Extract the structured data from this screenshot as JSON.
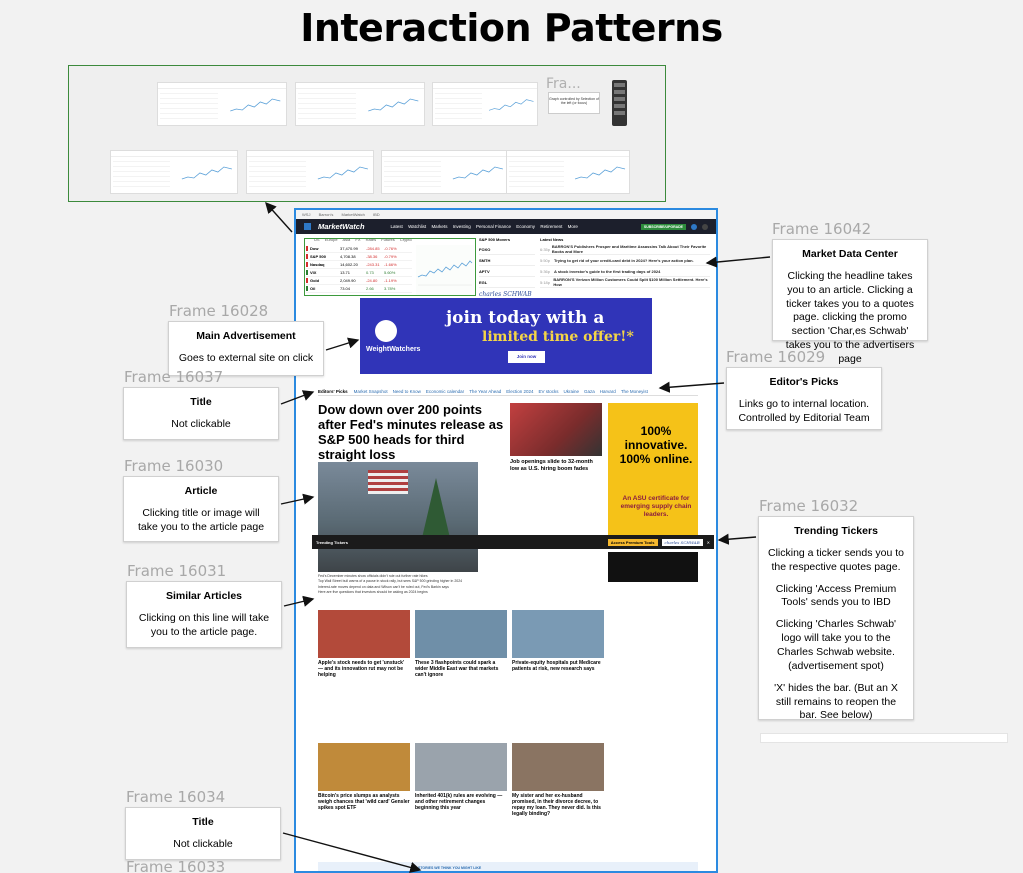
{
  "title": "Interaction Patterns",
  "top_frame_fragment": "Fra...",
  "mini_tooltip": "Graph controlled by Selection of the left (or focus)",
  "annotations": {
    "f16042": {
      "frame": "Frame 16042",
      "heading": "Market Data Center",
      "text": "Clicking the headline takes you to an article. Clicking a ticker takes you to a quotes page. clicking the promo section 'Char,es Schwab' takes you to the advertisers page"
    },
    "f16028": {
      "frame": "Frame 16028",
      "heading": "Main Advertisement",
      "text": "Goes to external site on click"
    },
    "f16029": {
      "frame": "Frame 16029",
      "heading": "Editor's Picks",
      "text": "Links go to internal location. Controlled by Editorial Team"
    },
    "f16037": {
      "frame": "Frame 16037",
      "heading": "Title",
      "text": "Not clickable"
    },
    "f16030": {
      "frame": "Frame 16030",
      "heading": "Article",
      "text": "Clicking title or image will take you to the article page"
    },
    "f16032": {
      "frame": "Frame 16032",
      "heading": "Trending Tickers",
      "p1": "Clicking a ticker sends you to the respective quotes page.",
      "p2": "Clicking 'Access Premium Tools' sends you to IBD",
      "p3": "Clicking 'Charles Schwab' logo will take you to the Charles Schwab website. (advertisement spot)",
      "p4": "'X' hides the bar. (But an X still remains to reopen the bar. See below)"
    },
    "f16031": {
      "frame": "Frame 16031",
      "heading": "Similar Articles",
      "text": "Clicking on this line will take you to the article page."
    },
    "f16034": {
      "frame": "Frame 16034",
      "heading": "Title",
      "text": "Not clickable"
    },
    "f16033": {
      "frame": "Frame 16033"
    }
  },
  "page": {
    "util_links": [
      "WSJ",
      "Barron's",
      "MarketWatch",
      "IBD"
    ],
    "logo": "MarketWatch",
    "nav": [
      "Latest",
      "Watchlist",
      "Markets",
      "Investing",
      "Personal Finance",
      "Economy",
      "Retirement",
      "More"
    ],
    "subscribe": "SUBSCRIBE/UPGRADE",
    "market_tabs": [
      "US",
      "Europe",
      "Asia",
      "FX",
      "Rates",
      "Futures",
      "Crypto"
    ],
    "tickers": [
      {
        "name": "Dow",
        "value": "37,470.99",
        "change": "-284.85",
        "pct": "-0.76%",
        "color": "#d32f2f"
      },
      {
        "name": "S&P 500",
        "value": "4,708.38",
        "change": "-38.36",
        "pct": "-0.79%",
        "color": "#d32f2f"
      },
      {
        "name": "Nasdaq",
        "value": "14,602.20",
        "change": "-243.31",
        "pct": "-1.66%",
        "color": "#d32f2f"
      },
      {
        "name": "VIX",
        "value": "13.71",
        "change": "0.73",
        "pct": "5.60%",
        "color": "#2e7d32"
      },
      {
        "name": "Gold",
        "value": "2,049.90",
        "change": "-24.80",
        "pct": "-1.19%",
        "color": "#d32f2f"
      },
      {
        "name": "Oil",
        "value": "73.04",
        "change": "2.66",
        "pct": "3.78%",
        "color": "#2e7d32"
      }
    ],
    "movers_title": "S&P 500 Movers",
    "movers": [
      "FOXO",
      "SMTH",
      "APTV",
      "EGL"
    ],
    "schwab": "charles SCHWAB",
    "latest_title": "Latest News",
    "latest": [
      {
        "time": "6:35p",
        "text": "BARRON'S Publishers Prosper and Maritime Assassins Talk About Their Favorite Books and More"
      },
      {
        "time": "5:50p",
        "text": "Trying to get rid of your credit-card debt in 2024? Here's your action plan."
      },
      {
        "time": "5:36p",
        "text": "A stock investor's guide to the first trading days of 2024"
      },
      {
        "time": "5:18p",
        "text": "BARRON'S Verizon Million Customers Could Split $100 Million Settlement. Here's How"
      }
    ],
    "ad_brand": "WeightWatchers",
    "ad_line1": "join today with a",
    "ad_line2": "limited time offer!*",
    "ad_button": "Join now",
    "editors_picks_label": "Editors' Picks",
    "editors_picks": [
      "Market Snapshot",
      "Need to Know",
      "Economic calendar",
      "The Year Ahead",
      "Election 2024",
      "EV stocks",
      "Ukraine",
      "Gaza",
      "Harvard",
      "The Moneyist"
    ],
    "headline": "Dow down over 200 points after Fed's minutes release as S&P 500 heads for third straight loss",
    "side_headline": "Job openings slide to 32-month low as U.S. hiring boom fades",
    "asu_big": "100% innovative. 100% online.",
    "asu_sub": "An ASU certificate for emerging supply chain leaders.",
    "trending_label": "Trending Tickers",
    "premium": "Access Premium Tools",
    "hero_bullets": [
      "Fed's December minutes show officials didn't rule out further rate hikes",
      "Top Wall Street bull warns of a pause in stock rally, but sees S&P 500 grinding higher in 2024",
      "Interest-rate moves depend on data and Wilson can't be ruled out, Fed's Barkin says",
      "Here are five questions that investors should be asking as 2024 begins"
    ],
    "cards": [
      {
        "title": "Apple's stock needs to get 'unstuck' — and its innovation rut may not be helping",
        "color": "#b34a3a"
      },
      {
        "title": "These 3 flashpoints could spark a wider Middle East war that markets can't ignore",
        "color": "#6f8fa8"
      },
      {
        "title": "Private-equity hospitals put Medicare patients at risk, new research says",
        "color": "#7a9ab4"
      },
      {
        "title": "Bitcoin's price slumps as analysts weigh chances that 'wild card' Gensler spikes spot ETF",
        "color": "#c08a3a"
      },
      {
        "title": "Inherited 401(k) rules are evolving — and other retirement changes beginning this year",
        "color": "#9aa3ac"
      },
      {
        "title": "My sister and her ex-husband promised, in their divorce decree, to repay my loan. They never did. Is this legally binding?",
        "color": "#8a7462"
      }
    ],
    "stories": "STORIES WE THINK YOU MIGHT LIKE"
  }
}
